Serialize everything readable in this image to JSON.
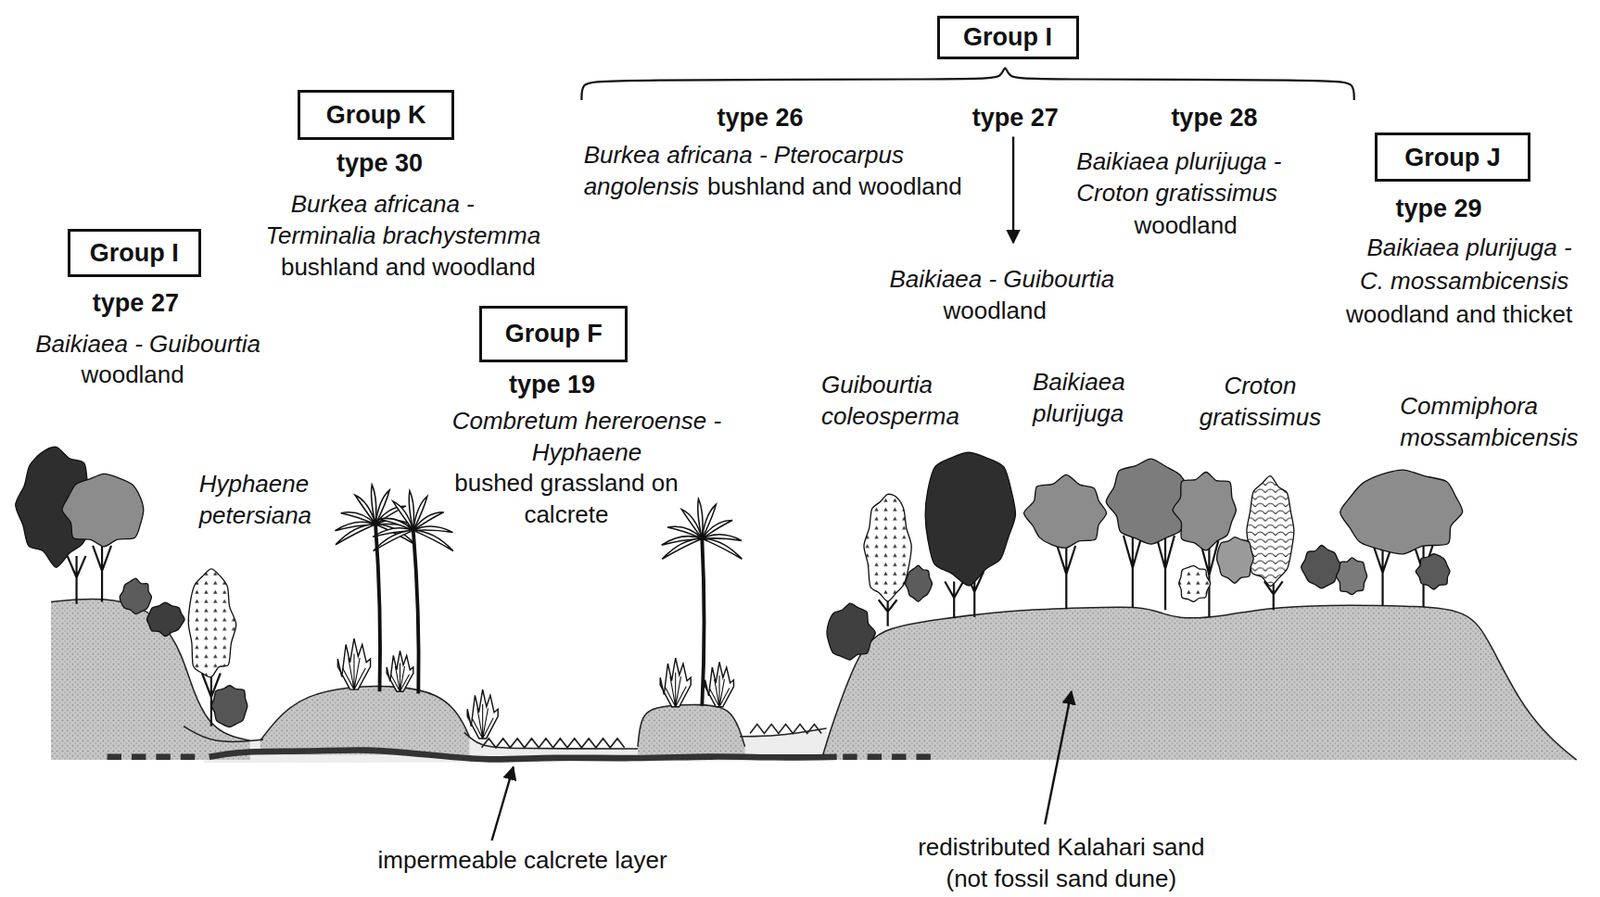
{
  "diagram": {
    "nodes": [
      {
        "text": [
          "Group I"
        ]
      },
      {
        "text": [
          "Group K"
        ]
      },
      {
        "text": [
          "Group J"
        ]
      },
      {
        "text": [
          "Group I"
        ]
      },
      {
        "text": [
          "Group F"
        ]
      }
    ],
    "labels": [
      "type 26",
      "Burkea africana - Pterocarpus angolensis",
      "bushland and woodland",
      "type 27",
      "Baikiaea - Guibourtia",
      "woodland",
      "type 28",
      "Baikiaea plurijuga - Croton gratissimus",
      "woodland",
      "type 30",
      "Burkea africana -",
      "Terminalia brachystemma",
      "bushland and woodland",
      "type 29",
      "Baikiaea plurijuga -",
      "C. mossambicensis",
      "woodland and thicket",
      "type 27",
      "Baikiaea - Guibourtia",
      "woodland",
      "type 19",
      "Combretum hereroense - Hyphaene",
      "bushed grassland on calcrete",
      "Hyphaene petersiana",
      "Guibourtia coleosperma",
      "Baikiaea plurijuga",
      "Croton gratissimus",
      "Commiphora mossambicensis",
      "impermeable calcrete layer",
      "redistributed Kalahari sand (not fossil sand dune)"
    ]
  }
}
